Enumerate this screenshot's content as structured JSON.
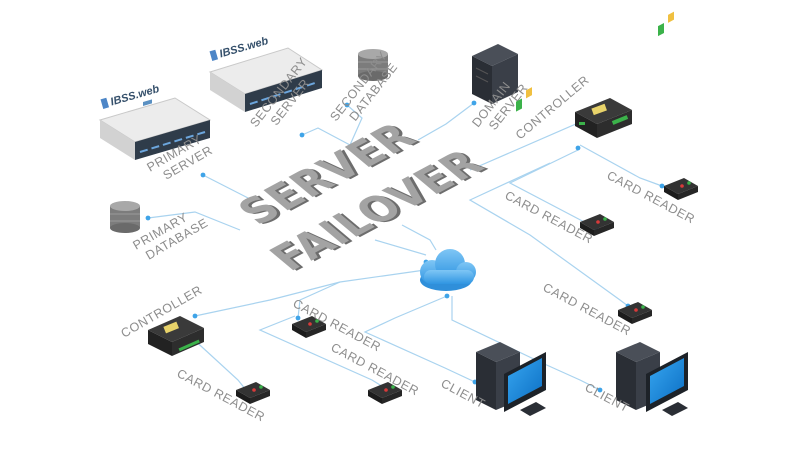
{
  "title": {
    "line1": "SERVER",
    "line2": "FAILOVER"
  },
  "brand": "IBSS.web",
  "labels": {
    "primary_server": [
      "PRIMARY",
      "SERVER"
    ],
    "secondary_server": [
      "SECONDARY",
      "SERVER"
    ],
    "secondary_database": [
      "SECONDARY",
      "DATABASE"
    ],
    "domain_server": [
      "DOMAIN",
      "SERVER"
    ],
    "controller_top": "CONTROLLER",
    "card_reader_1": "CARD READER",
    "card_reader_2": "CARD READER",
    "card_reader_3": "CARD READER",
    "primary_database": [
      "PRIMARY",
      "DATABASE"
    ],
    "controller_left": "CONTROLLER",
    "card_reader_4": "CARD READER",
    "card_reader_5": "CARD READER",
    "card_reader_6": "CARD READER",
    "client_1": "CLIENT",
    "client_2": "CLIENT"
  },
  "colors": {
    "wire": "#a9d3ef",
    "node_dot": "#3fa4e8",
    "label": "#8d8d8d",
    "cloud": "#5ab2ee",
    "title": "#9a9a9a",
    "screen": "#1f8fe0"
  },
  "icons": [
    "server-rack-icon",
    "database-icon",
    "tower-server-icon",
    "controller-icon",
    "card-reader-icon",
    "cloud-icon",
    "client-workstation-icon"
  ]
}
